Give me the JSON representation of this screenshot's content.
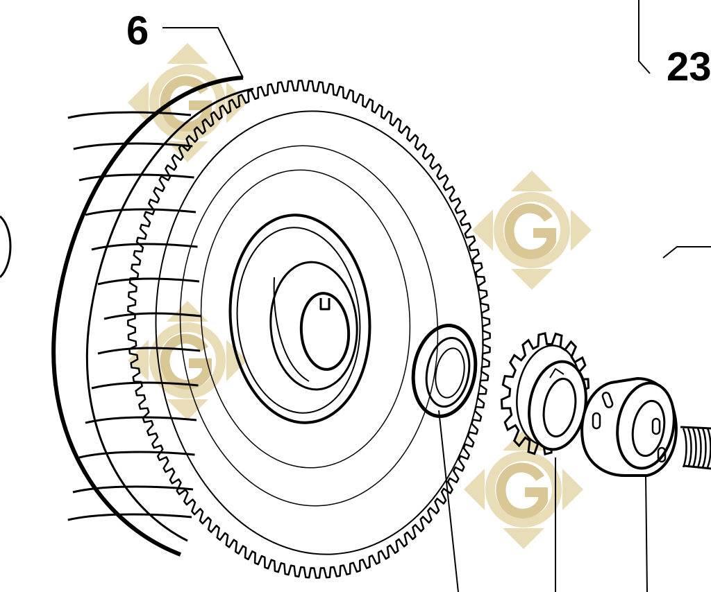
{
  "callouts": [
    {
      "label": "6"
    },
    {
      "label": "23"
    }
  ],
  "watermark": {
    "name": "g-diamond-logo",
    "color": "#e9ddb8",
    "letter_color": "#d9c796",
    "count": 4
  },
  "parts": {
    "fan_gear_wheel": "fan-gear-wheel",
    "oil_seal": "oil-seal-ring",
    "pinion_gear": "pinion-gear",
    "lock_washer": "lock-washer",
    "slotted_nut": "slotted-nut",
    "threaded_shaft": "threaded-shaft"
  }
}
